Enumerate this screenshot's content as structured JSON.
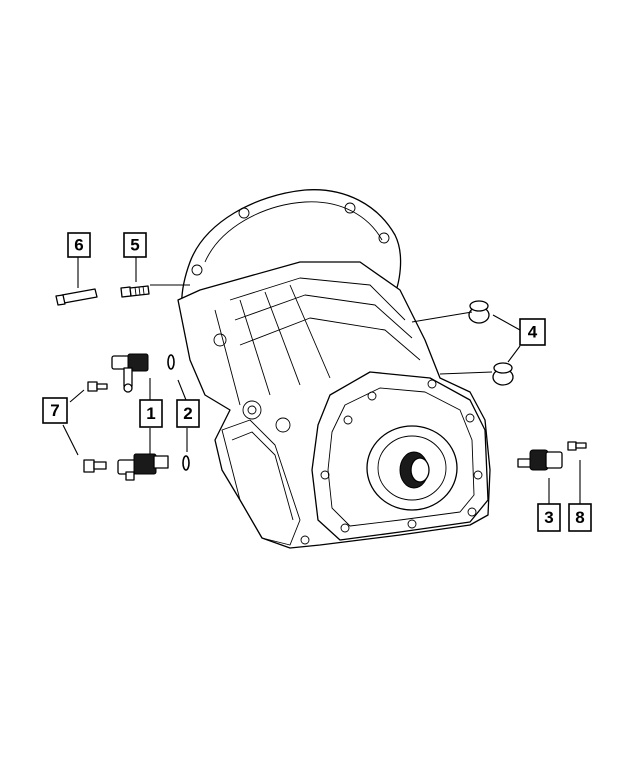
{
  "callouts": [
    {
      "id": "c1",
      "label": "1"
    },
    {
      "id": "c2",
      "label": "2"
    },
    {
      "id": "c3",
      "label": "3"
    },
    {
      "id": "c4",
      "label": "4"
    },
    {
      "id": "c5",
      "label": "5"
    },
    {
      "id": "c6",
      "label": "6"
    },
    {
      "id": "c7",
      "label": "7"
    },
    {
      "id": "c8",
      "label": "8"
    }
  ],
  "colors": {
    "line": "#000000",
    "background": "#ffffff"
  }
}
